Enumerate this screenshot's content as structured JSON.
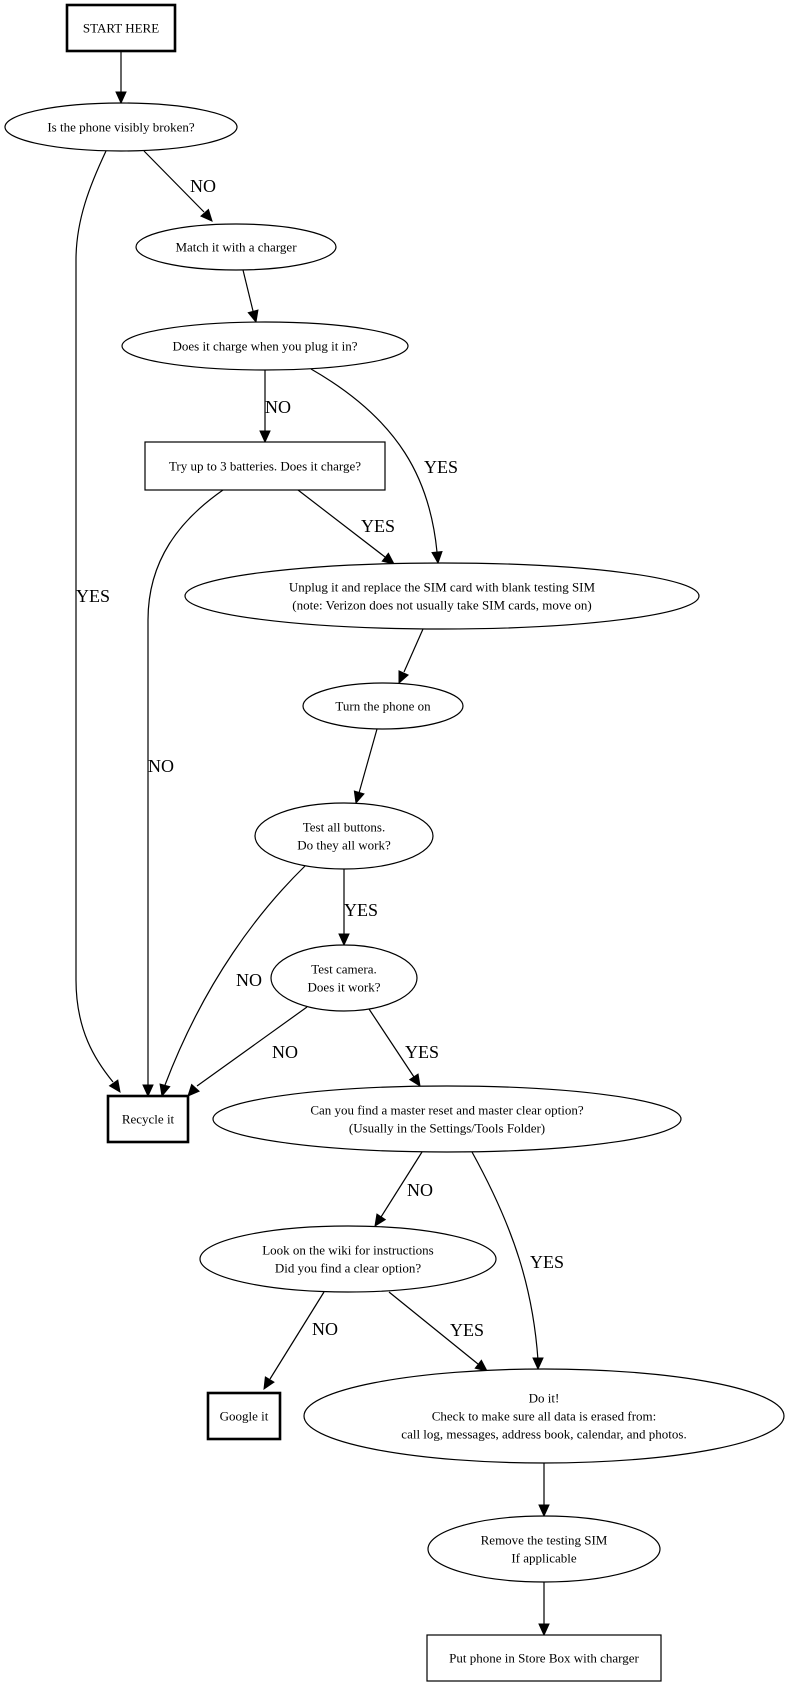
{
  "diagram": {
    "title": "Phone processing flowchart",
    "nodes": {
      "start": {
        "shape": "box-bold",
        "lines": [
          "START HERE"
        ]
      },
      "broken": {
        "shape": "ellipse",
        "lines": [
          "Is the phone visibly broken?"
        ]
      },
      "charger": {
        "shape": "ellipse",
        "lines": [
          "Match it with a charger"
        ]
      },
      "charge": {
        "shape": "ellipse",
        "lines": [
          "Does it charge when you plug it in?"
        ]
      },
      "batteries": {
        "shape": "box",
        "lines": [
          "Try up to 3 batteries. Does it charge?"
        ]
      },
      "sim": {
        "shape": "ellipse",
        "lines": [
          "Unplug it and replace the SIM card with blank testing SIM",
          "(note: Verizon does not usually take SIM cards, move on)"
        ]
      },
      "turnon": {
        "shape": "ellipse",
        "lines": [
          "Turn the phone on"
        ]
      },
      "buttons": {
        "shape": "ellipse",
        "lines": [
          "Test all buttons.",
          "Do they all work?"
        ]
      },
      "camera": {
        "shape": "ellipse",
        "lines": [
          "Test camera.",
          "Does it work?"
        ]
      },
      "recycle": {
        "shape": "box-bold",
        "lines": [
          "Recycle it"
        ]
      },
      "reset": {
        "shape": "ellipse",
        "lines": [
          "Can you find a master reset and master clear option?",
          "(Usually in the Settings/Tools Folder)"
        ]
      },
      "wiki": {
        "shape": "ellipse",
        "lines": [
          "Look on the wiki for instructions",
          "Did you find a clear option?"
        ]
      },
      "google": {
        "shape": "box-bold",
        "lines": [
          "Google it"
        ]
      },
      "doit": {
        "shape": "ellipse",
        "lines": [
          "Do it!",
          "Check to make sure all data is erased from:",
          "call log, messages, address book, calendar, and photos."
        ]
      },
      "removesim": {
        "shape": "ellipse",
        "lines": [
          "Remove the testing SIM",
          "If applicable"
        ]
      },
      "storebox": {
        "shape": "box",
        "lines": [
          "Put phone in Store Box with charger"
        ]
      }
    },
    "edges": [
      {
        "id": "start-broken",
        "from": "start",
        "to": "broken",
        "label": ""
      },
      {
        "id": "broken-charger",
        "from": "broken",
        "to": "charger",
        "label": "NO"
      },
      {
        "id": "broken-recycle",
        "from": "broken",
        "to": "recycle",
        "label": "YES"
      },
      {
        "id": "charger-charge",
        "from": "charger",
        "to": "charge",
        "label": ""
      },
      {
        "id": "charge-batteries",
        "from": "charge",
        "to": "batteries",
        "label": "NO"
      },
      {
        "id": "charge-sim",
        "from": "charge",
        "to": "sim",
        "label": "YES"
      },
      {
        "id": "batteries-sim",
        "from": "batteries",
        "to": "sim",
        "label": "YES"
      },
      {
        "id": "batteries-recycle",
        "from": "batteries",
        "to": "recycle",
        "label": "NO"
      },
      {
        "id": "sim-turnon",
        "from": "sim",
        "to": "turnon",
        "label": ""
      },
      {
        "id": "turnon-buttons",
        "from": "turnon",
        "to": "buttons",
        "label": ""
      },
      {
        "id": "buttons-camera",
        "from": "buttons",
        "to": "camera",
        "label": "YES"
      },
      {
        "id": "buttons-recycle",
        "from": "buttons",
        "to": "recycle",
        "label": "NO"
      },
      {
        "id": "camera-recycle",
        "from": "camera",
        "to": "recycle",
        "label": "NO"
      },
      {
        "id": "camera-reset",
        "from": "camera",
        "to": "reset",
        "label": "YES"
      },
      {
        "id": "reset-wiki",
        "from": "reset",
        "to": "wiki",
        "label": "NO"
      },
      {
        "id": "reset-doit",
        "from": "reset",
        "to": "doit",
        "label": "YES"
      },
      {
        "id": "wiki-google",
        "from": "wiki",
        "to": "google",
        "label": "NO"
      },
      {
        "id": "wiki-doit",
        "from": "wiki",
        "to": "doit",
        "label": "YES"
      },
      {
        "id": "doit-removesim",
        "from": "doit",
        "to": "removesim",
        "label": ""
      },
      {
        "id": "removesim-storebox",
        "from": "removesim",
        "to": "storebox",
        "label": ""
      }
    ]
  }
}
